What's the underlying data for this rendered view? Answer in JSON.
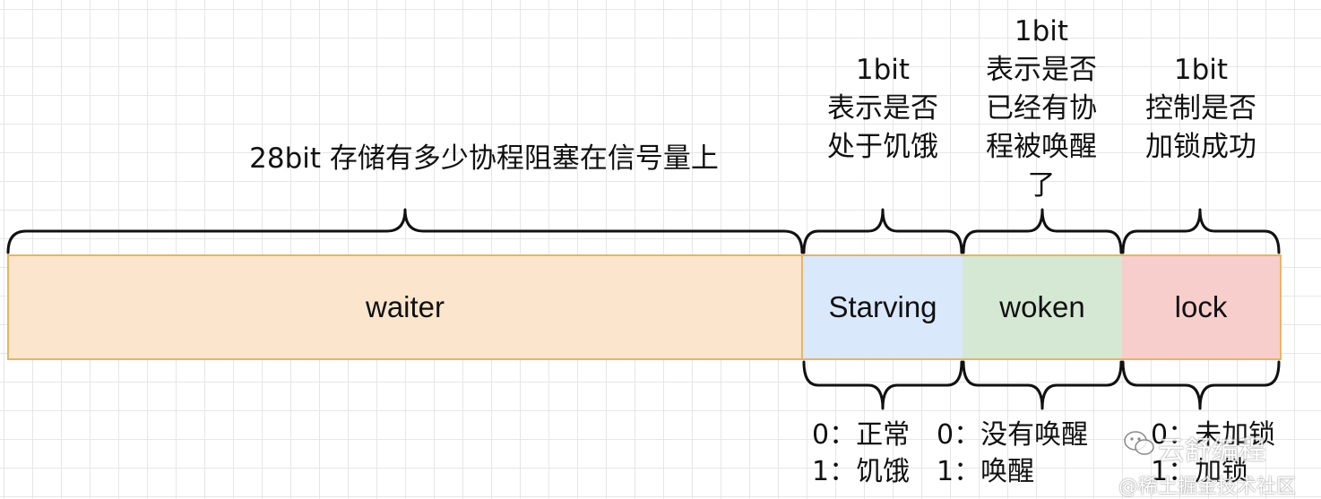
{
  "fields": [
    {
      "key": "waiter",
      "label": "waiter",
      "fill": "#fce5cd",
      "description": "28bit 存储有多少协程阻塞在信号量上"
    },
    {
      "key": "starving",
      "label": "Starving",
      "fill": "#dae8fc",
      "description": "1bit\n表示是否\n处于饥饿",
      "values": "0：正常\n1：饥饿"
    },
    {
      "key": "woken",
      "label": "woken",
      "fill": "#d5e8d4",
      "description": "1bit\n表示是否\n已经有协\n程被唤醒\n了",
      "values": "0：没有唤醒\n1：唤醒"
    },
    {
      "key": "lock",
      "label": "lock",
      "fill": "#f8cecc",
      "description": "1bit\n控制是否\n加锁成功",
      "values": "0：未加锁\n1：加锁"
    }
  ],
  "colors": {
    "field_border": "#e8b464",
    "grid": "#e6e6e6",
    "text": "#111111"
  },
  "watermark": {
    "main": "云舒编程",
    "sub": "@稀土掘金技术社区",
    "icon": "wechat-icon"
  }
}
